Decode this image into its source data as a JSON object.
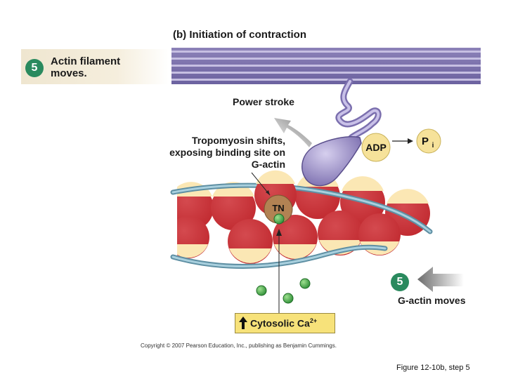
{
  "title": "(b) Initiation of contraction",
  "step": {
    "number": "5",
    "text": "Actin filament moves."
  },
  "labels": {
    "power_stroke": "Power stroke",
    "tropomyosin": "Tropomyosin shifts, exposing binding site on G-actin",
    "adp": "ADP",
    "pi_main": "P",
    "pi_sub": "i",
    "tn": "TN",
    "g_actin_step": "5",
    "g_actin_moves": "G-actin moves",
    "cytosolic_main": "Cytosolic Ca",
    "cytosolic_sup": "2+"
  },
  "copyright": "Copyright © 2007 Pearson Education, Inc., publishing as Benjamin Cummings.",
  "caption": "Figure 12-10b, step 5",
  "colors": {
    "step_green": "#2a8a5e",
    "myosin": "#9d90c7",
    "actin_red": "#e2363f",
    "actin_cream": "#fbe7b4",
    "tropomyosin": "#7aaec0",
    "troponin": "#a97a4c",
    "calcium_green": "#3aa042",
    "adp_yellow": "#f6e29a",
    "arrow_gray": "#8a8a8a"
  }
}
